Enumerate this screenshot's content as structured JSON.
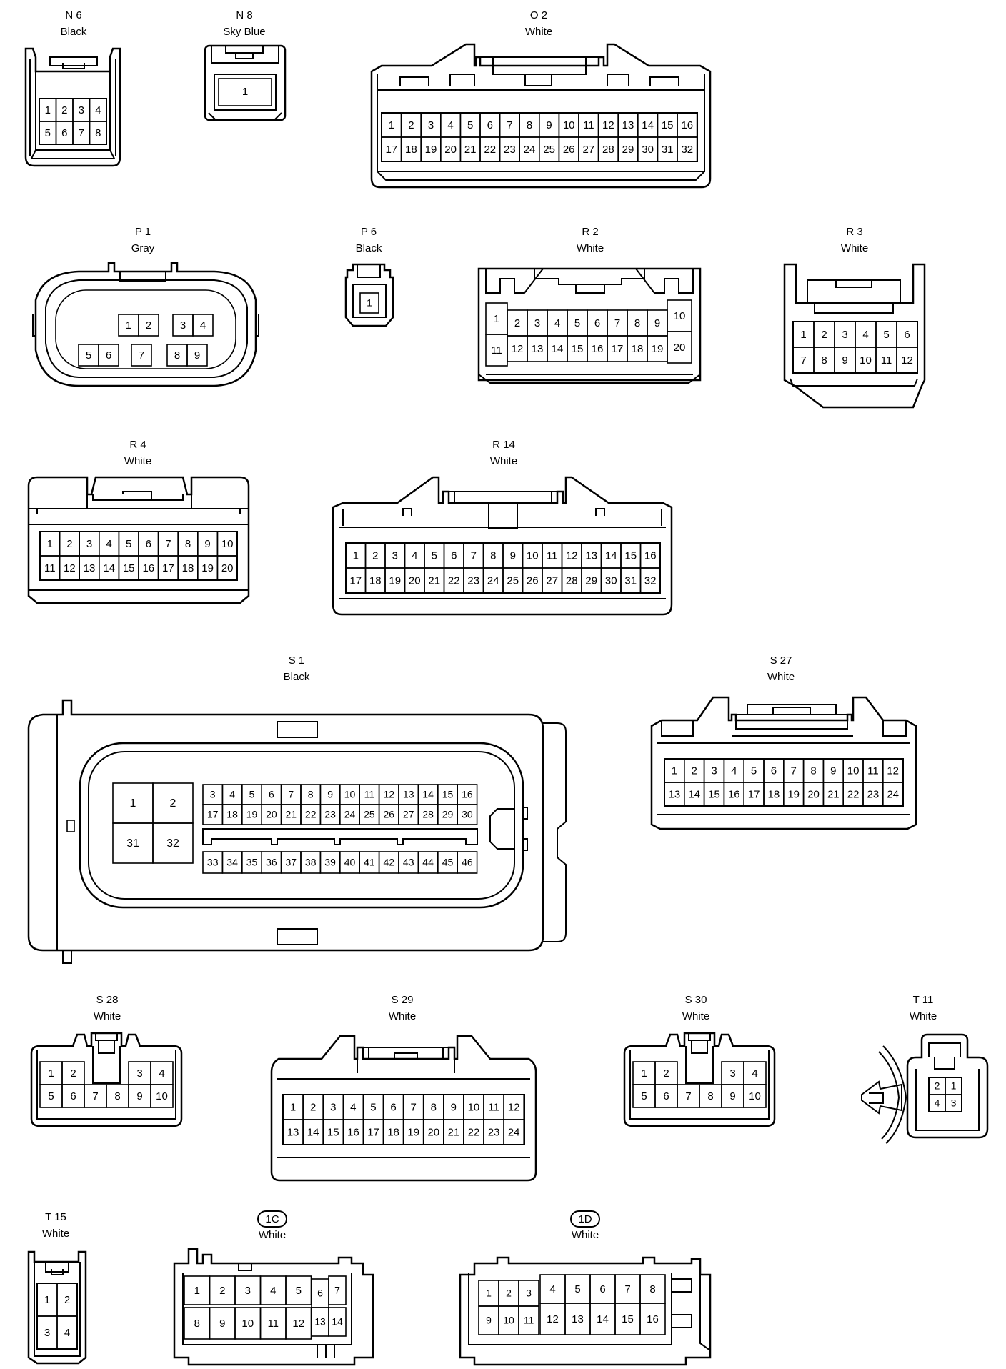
{
  "connectors": [
    {
      "id": "n6",
      "code": "N 6",
      "color": "Black",
      "pins": [
        [
          "1",
          "2",
          "3",
          "4"
        ],
        [
          "5",
          "6",
          "7",
          "8"
        ]
      ]
    },
    {
      "id": "n8",
      "code": "N 8",
      "color": "Sky Blue",
      "pins": [
        [
          "1"
        ]
      ]
    },
    {
      "id": "o2",
      "code": "O 2",
      "color": "White",
      "pins": [
        [
          "1",
          "2",
          "3",
          "4",
          "5",
          "6",
          "7",
          "8",
          "9",
          "10",
          "11",
          "12",
          "13",
          "14",
          "15",
          "16"
        ],
        [
          "17",
          "18",
          "19",
          "20",
          "21",
          "22",
          "23",
          "24",
          "25",
          "26",
          "27",
          "28",
          "29",
          "30",
          "31",
          "32"
        ]
      ]
    },
    {
      "id": "p1",
      "code": "P 1",
      "color": "Gray",
      "pins": [
        [
          "1",
          "2"
        ],
        [
          "3",
          "4"
        ],
        [
          "5",
          "6"
        ],
        [
          "7"
        ],
        [
          "8",
          "9"
        ]
      ]
    },
    {
      "id": "p6",
      "code": "P 6",
      "color": "Black",
      "pins": [
        [
          "1"
        ]
      ]
    },
    {
      "id": "r2",
      "code": "R 2",
      "color": "White",
      "pins": [
        [
          "1",
          "10"
        ],
        [
          "2",
          "3",
          "4",
          "5",
          "6",
          "7",
          "8",
          "9"
        ],
        [
          "11",
          "12",
          "13",
          "14",
          "15",
          "16",
          "17",
          "18",
          "19",
          "20"
        ]
      ]
    },
    {
      "id": "r3",
      "code": "R 3",
      "color": "White",
      "pins": [
        [
          "1",
          "2",
          "3",
          "4",
          "5",
          "6"
        ],
        [
          "7",
          "8",
          "9",
          "10",
          "11",
          "12"
        ]
      ]
    },
    {
      "id": "r4",
      "code": "R 4",
      "color": "White",
      "pins": [
        [
          "1",
          "2",
          "3",
          "4",
          "5",
          "6",
          "7",
          "8",
          "9",
          "10"
        ],
        [
          "11",
          "12",
          "13",
          "14",
          "15",
          "16",
          "17",
          "18",
          "19",
          "20"
        ]
      ]
    },
    {
      "id": "r14",
      "code": "R 14",
      "color": "White",
      "pins": [
        [
          "1",
          "2",
          "3",
          "4",
          "5",
          "6",
          "7",
          "8",
          "9",
          "10",
          "11",
          "12",
          "13",
          "14",
          "15",
          "16"
        ],
        [
          "17",
          "18",
          "19",
          "20",
          "21",
          "22",
          "23",
          "24",
          "25",
          "26",
          "27",
          "28",
          "29",
          "30",
          "31",
          "32"
        ]
      ]
    },
    {
      "id": "s1",
      "code": "S 1",
      "color": "Black",
      "pins": [
        [
          "1",
          "2",
          "31",
          "32"
        ],
        [
          "3",
          "4",
          "5",
          "6",
          "7",
          "8",
          "9",
          "10",
          "11",
          "12",
          "13",
          "14",
          "15",
          "16"
        ],
        [
          "17",
          "18",
          "19",
          "20",
          "21",
          "22",
          "23",
          "24",
          "25",
          "26",
          "27",
          "28",
          "29",
          "30"
        ],
        [
          "33",
          "34",
          "35",
          "36",
          "37",
          "38",
          "39",
          "40",
          "41",
          "42",
          "43",
          "44",
          "45",
          "46"
        ]
      ]
    },
    {
      "id": "s27",
      "code": "S 27",
      "color": "White",
      "pins": [
        [
          "1",
          "2",
          "3",
          "4",
          "5",
          "6",
          "7",
          "8",
          "9",
          "10",
          "11",
          "12"
        ],
        [
          "13",
          "14",
          "15",
          "16",
          "17",
          "18",
          "19",
          "20",
          "21",
          "22",
          "23",
          "24"
        ]
      ]
    },
    {
      "id": "s28",
      "code": "S 28",
      "color": "White",
      "pins": [
        [
          "1",
          "2",
          "3",
          "4"
        ],
        [
          "5",
          "6",
          "7",
          "8",
          "9",
          "10"
        ]
      ]
    },
    {
      "id": "s29",
      "code": "S 29",
      "color": "White",
      "pins": [
        [
          "1",
          "2",
          "3",
          "4",
          "5",
          "6",
          "7",
          "8",
          "9",
          "10",
          "11",
          "12"
        ],
        [
          "13",
          "14",
          "15",
          "16",
          "17",
          "18",
          "19",
          "20",
          "21",
          "22",
          "23",
          "24"
        ]
      ]
    },
    {
      "id": "s30",
      "code": "S 30",
      "color": "White",
      "pins": [
        [
          "1",
          "2",
          "3",
          "4"
        ],
        [
          "5",
          "6",
          "7",
          "8",
          "9",
          "10"
        ]
      ]
    },
    {
      "id": "t11",
      "code": "T 11",
      "color": "White",
      "pins": [
        [
          "2",
          "1"
        ],
        [
          "4",
          "3"
        ]
      ]
    },
    {
      "id": "t15",
      "code": "T 15",
      "color": "White",
      "pins": [
        [
          "1",
          "2"
        ],
        [
          "3",
          "4"
        ]
      ]
    },
    {
      "id": "c1c",
      "code": "1C",
      "color": "White",
      "pins": [
        [
          "1",
          "2",
          "3",
          "4",
          "5",
          "6",
          "7"
        ],
        [
          "8",
          "9",
          "10",
          "11",
          "12",
          "13",
          "14"
        ]
      ]
    },
    {
      "id": "c1d",
      "code": "1D",
      "color": "White",
      "pins": [
        [
          "1",
          "2",
          "3",
          "4",
          "5",
          "6",
          "7",
          "8"
        ],
        [
          "9",
          "10",
          "11",
          "12",
          "13",
          "14",
          "15",
          "16"
        ]
      ]
    }
  ]
}
